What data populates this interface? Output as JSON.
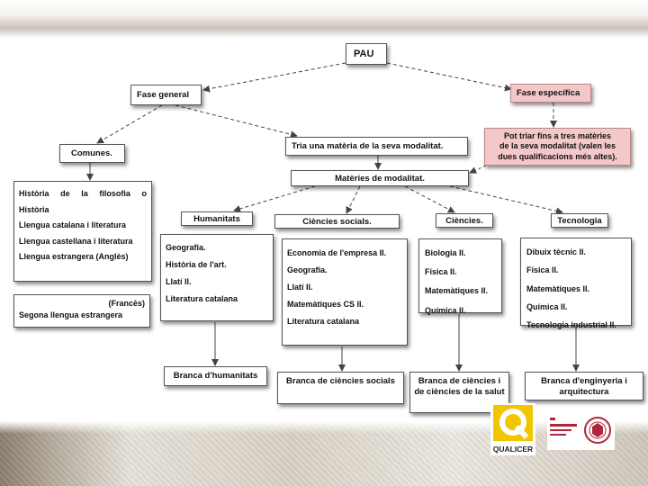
{
  "diagram": {
    "root": "PAU",
    "fase_general": "Fase general",
    "fase_especifica": "Fase específica",
    "pot_triar": [
      "Pot triar fins a tres matèries",
      "de la seva modalitat (valen les",
      "dues qualificacions més altes)."
    ],
    "tria": "Tria una matèria de la seva modalitat.",
    "comunes": "Comunes.",
    "materies_modalitat": "Matèries de modalitat.",
    "comunes_list": [
      "Història de la filosofia o",
      "Història",
      "Llengua catalana i literatura",
      "Llengua castellana i literatura",
      "Llengua estrangera (Anglès)"
    ],
    "segona": {
      "frances": "(Francès)",
      "label": "Segona llengua estrangera"
    },
    "categories": {
      "humanitats": "Humanitats",
      "socials": "Ciències socials.",
      "ciencies": "Ciències.",
      "tecnologia": "Tecnologia"
    },
    "humanitats_list": [
      "Geografia.",
      "Història de l'art.",
      "Llatí II.",
      "Literatura catalana"
    ],
    "socials_list": [
      "Economia de l'empresa II.",
      "Geografia.",
      "Llatí II.",
      "Matemàtiques CS II.",
      "Literatura catalana"
    ],
    "ciencies_list": [
      "Biologia II.",
      "Física II.",
      "Matemàtiques II.",
      "Química II."
    ],
    "tecnologia_list": [
      "Dibuix tècnic II.",
      "Física II.",
      "Matemàtiques II.",
      "Química II.",
      "Tecnologia industrial II."
    ],
    "branques": {
      "humanitats": "Branca d'humanitats",
      "socials": "Branca de ciències socials",
      "salut": "Branca de ciències i de ciències de la salut",
      "enginyeria": "Branca d'enginyeria i arquitectura"
    }
  },
  "logos": {
    "qualicer": "QUALICER",
    "qualicer_color": "#f3c400",
    "bv_color": "#b0263a"
  }
}
